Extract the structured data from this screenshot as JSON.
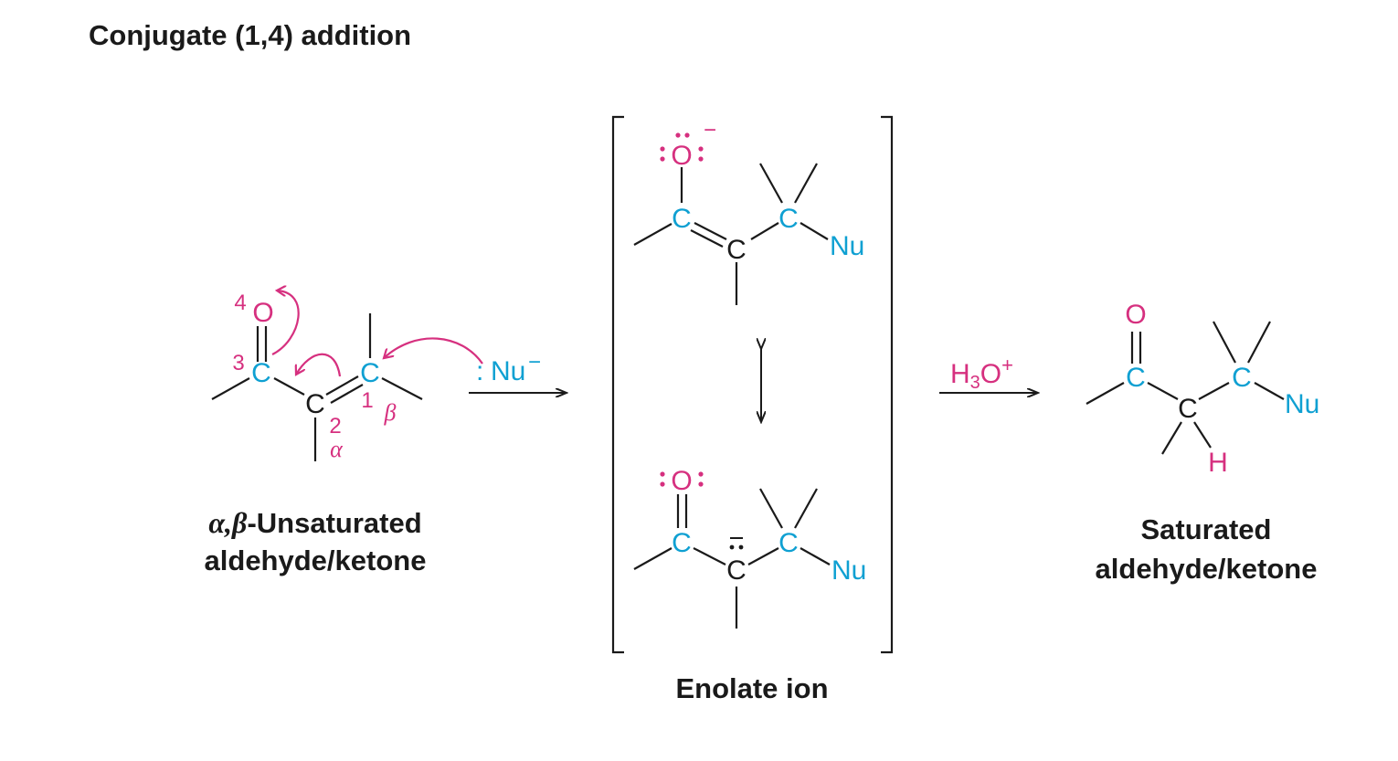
{
  "title": "Conjugate (1,4) addition",
  "colors": {
    "text": "#1a1a1a",
    "carbon_highlight": "#0fa0d2",
    "oxygen_highlight": "#d6307f"
  },
  "reactant": {
    "atoms": {
      "o": "O",
      "c3": "C",
      "c2": "C",
      "c1": "C"
    },
    "position_numbers": {
      "n4": "4",
      "n3": "3",
      "n2": "2",
      "n1": "1"
    },
    "greek": {
      "alpha": "α",
      "beta": "β"
    },
    "nucleophile": {
      "dots": ":",
      "label": "Nu",
      "charge": "−"
    },
    "caption_line1_greek": "α,β",
    "caption_line1_rest": "-Unsaturated",
    "caption_line2": "aldehyde/ketone"
  },
  "enolate_top": {
    "o": "O",
    "charge": "−",
    "c_left": "C",
    "c_mid": "C",
    "c_right": "C",
    "nu": "Nu"
  },
  "enolate_bottom": {
    "o": "O",
    "c_left": "C",
    "c_mid": "C",
    "c_right": "C",
    "nu": "Nu"
  },
  "enolate_caption": "Enolate ion",
  "reagent": {
    "h": "H",
    "sub": "3",
    "o": "O",
    "sup": "+"
  },
  "product": {
    "o": "O",
    "c_left": "C",
    "c_mid": "C",
    "c_right": "C",
    "nu": "Nu",
    "h": "H",
    "caption_line1": "Saturated",
    "caption_line2": "aldehyde/ketone"
  }
}
